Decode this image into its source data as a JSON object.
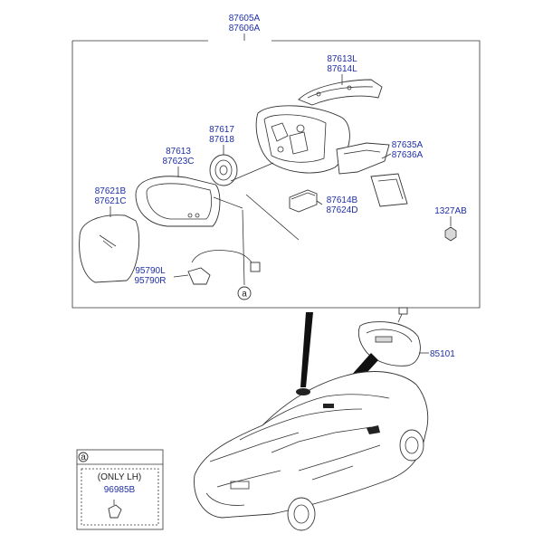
{
  "labels": {
    "assembly": [
      "87605A",
      "87606A"
    ],
    "scalp": [
      "87613L",
      "87614L"
    ],
    "actuator": [
      "87617",
      "87618"
    ],
    "cover": [
      "87613",
      "87623C"
    ],
    "glass": [
      "87621B",
      "87621C"
    ],
    "lamp": [
      "87635A",
      "87636A"
    ],
    "bolt": "1327AB",
    "motor": [
      "87614B",
      "87624D"
    ],
    "harness": [
      "95790L",
      "95790R"
    ],
    "inside_mirror": "85101",
    "ref": "a",
    "detail_ref": "a",
    "detail_note": "(ONLY LH)",
    "detail_part": "96985B"
  }
}
